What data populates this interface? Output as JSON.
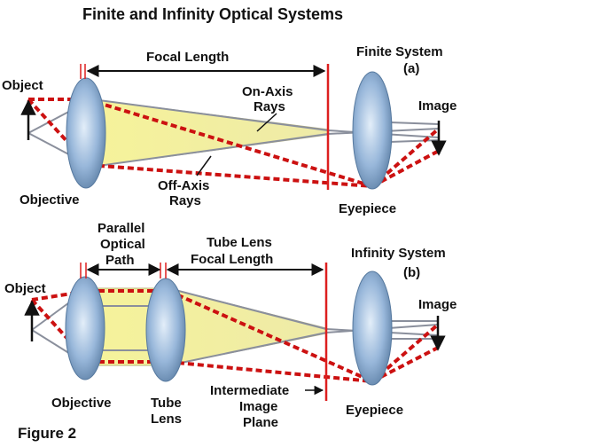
{
  "title": "Finite and Infinity Optical Systems",
  "figure_label": "Figure 2",
  "colors": {
    "ray_cone": "#f3f08c",
    "ray_cone_edge": "#b8b27a",
    "ray_line": "#8a8f9c",
    "off_axis_ray": "#cc1111",
    "plane_line": "#dd1f1f",
    "lens_dark": "#5e86b8",
    "lens_light": "#d7e6f5"
  },
  "finite": {
    "object_label": "Object",
    "objective_label": "Objective",
    "focal_length_label": "Focal Length",
    "on_axis_label": [
      "On-Axis",
      "Rays"
    ],
    "off_axis_label": [
      "Off-Axis",
      "Rays"
    ],
    "system_label": [
      "Finite System",
      "(a)"
    ],
    "image_label": "Image",
    "eyepiece_label": "Eyepiece"
  },
  "infinity": {
    "object_label": "Object",
    "objective_label": "Objective",
    "parallel_path_label": [
      "Parallel",
      "Optical",
      "Path"
    ],
    "tube_lens_focal_label": [
      "Tube Lens",
      "Focal Length"
    ],
    "tube_lens_label": [
      "Tube",
      "Lens"
    ],
    "intermediate_plane_label": [
      "Intermediate",
      "Image",
      "Plane"
    ],
    "system_label": [
      "Infinity System",
      "(b)"
    ],
    "image_label": "Image",
    "eyepiece_label": "Eyepiece"
  }
}
